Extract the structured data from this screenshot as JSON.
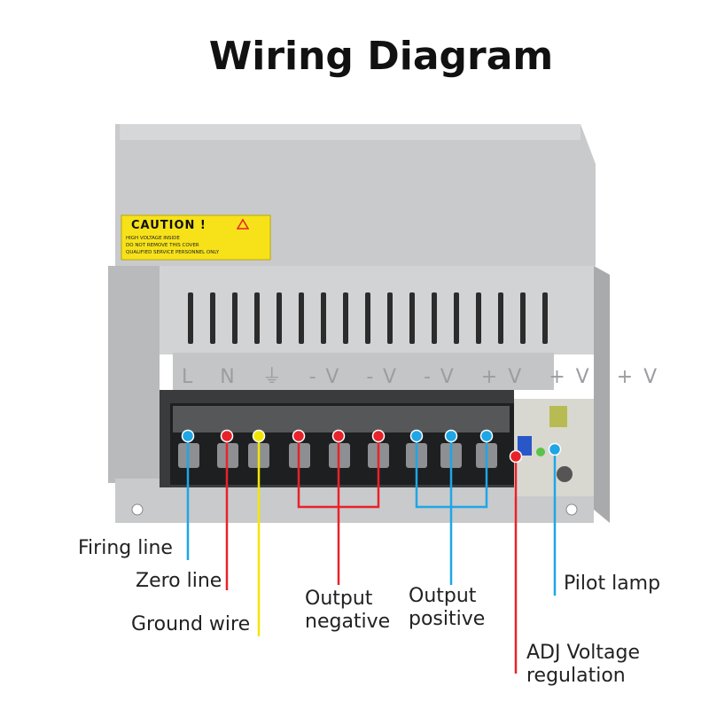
{
  "title": "Wiring Diagram",
  "caution": {
    "heading": "CAUTION !",
    "lines": [
      "HIGH VOLTAGE INSIDE",
      "DO NOT REMOVE THIS COVER",
      "QUALIFIED SERVICE PERSONNEL ONLY"
    ]
  },
  "terminal_markings": "L N ⏚ -V -V -V +V +V +V",
  "labels": {
    "firing_line": "Firing line",
    "zero_line": "Zero line",
    "ground_wire": "Ground wire",
    "output_negative": "Output\nnegative",
    "output_positive": "Output\npositive",
    "pilot_lamp": "Pilot lamp",
    "adj_voltage": "ADJ Voltage\nregulation"
  },
  "colors": {
    "firing": "#1ea6e6",
    "zero": "#e8222a",
    "ground": "#f2e600",
    "negative": "#e8222a",
    "positive": "#1ea6e6",
    "adj": "#e8222a",
    "pilot": "#1ea6e6",
    "caution_bg": "#f7e21a"
  }
}
